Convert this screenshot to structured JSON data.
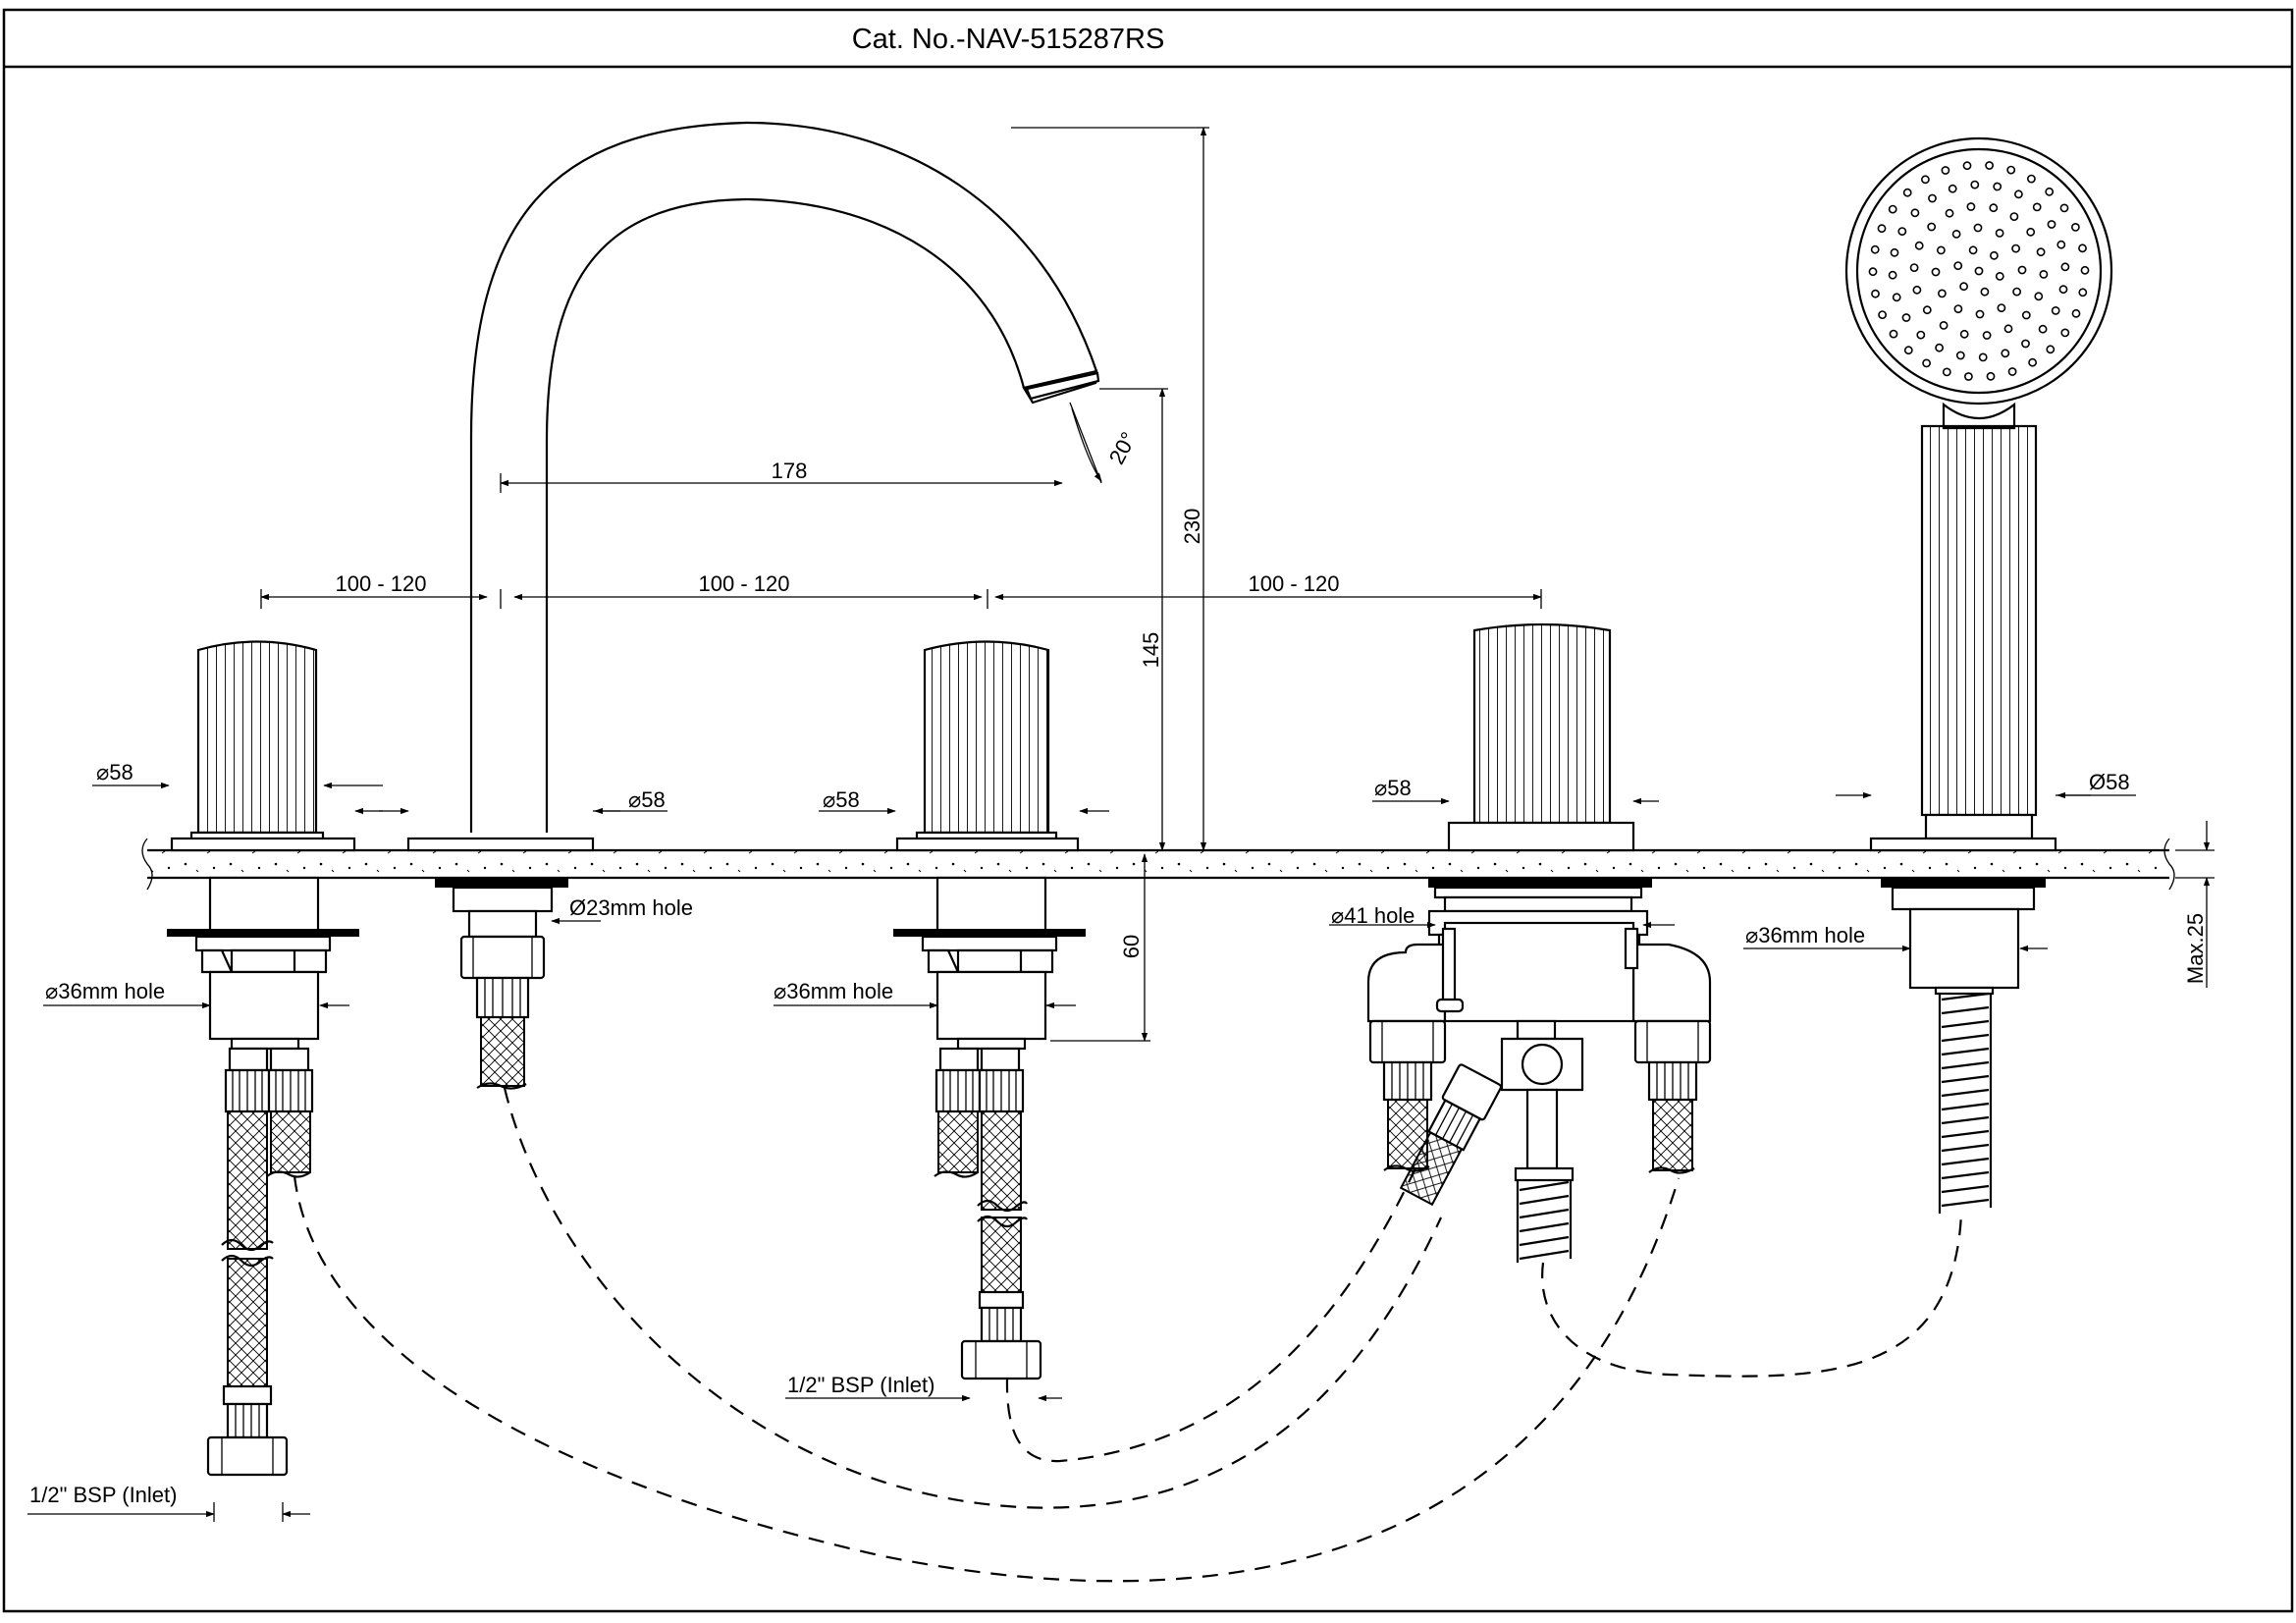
{
  "header": {
    "title": "Cat. No.-NAV-515287RS"
  },
  "dimensions": {
    "spacing_left": "100 - 120",
    "spacing_middle": "100 - 120",
    "spacing_right": "100 - 120",
    "spout_reach": "178",
    "spout_height": "230",
    "spout_angle": "20°",
    "handle_height": "145",
    "below_deck_depth": "60",
    "max_deck": "Max.25"
  },
  "labels": {
    "dia_left_handle": "⌀58",
    "dia_spout": "⌀58",
    "dia_mid_handle": "⌀58",
    "dia_diverter": "⌀58",
    "dia_shower": "Ø58",
    "hole_left": "⌀36mm hole",
    "hole_spout": "Ø23mm hole",
    "hole_mid": "⌀36mm hole",
    "hole_diverter": "⌀41 hole",
    "hole_shower": "⌀36mm hole",
    "inlet_left": "1/2\" BSP (Inlet)",
    "inlet_mid": "1/2\" BSP (Inlet)"
  },
  "colors": {
    "line": "#000000",
    "background": "#ffffff"
  }
}
